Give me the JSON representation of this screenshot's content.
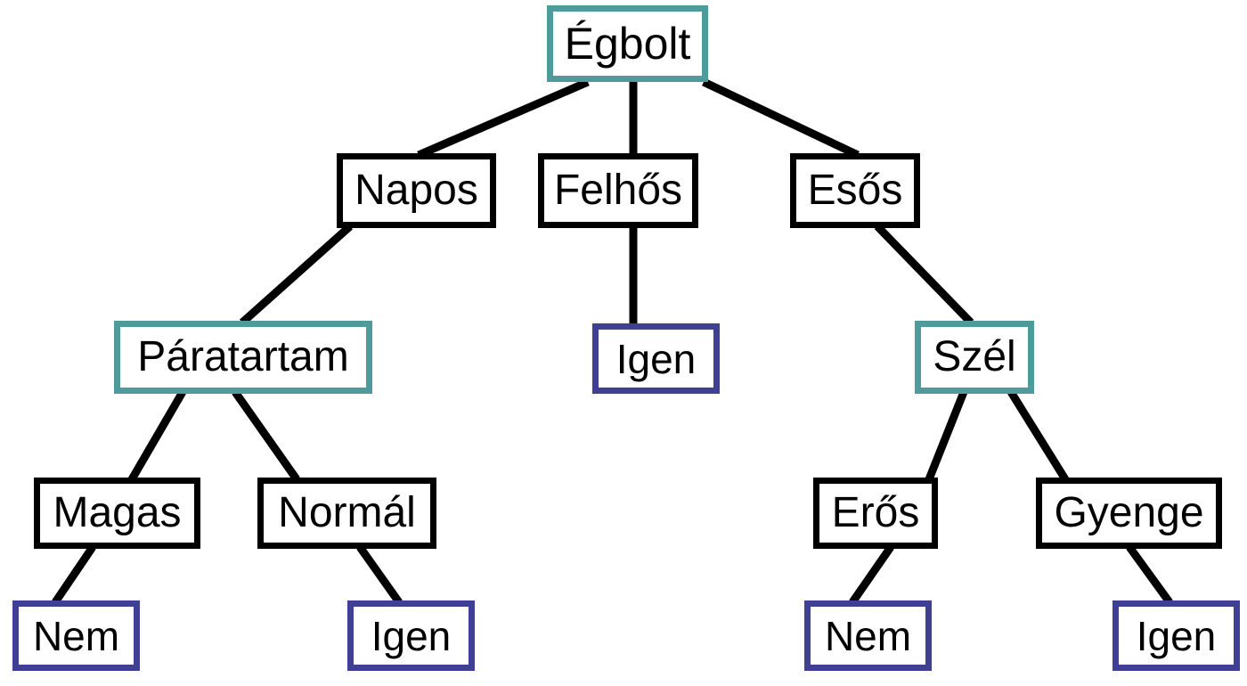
{
  "diagram": {
    "type": "decision-tree",
    "language": "hu",
    "title": "Egbolt decision tree",
    "colors": {
      "attribute_border": "#4f9a9a",
      "value_border": "#000000",
      "leaf_border": "#3f3f93",
      "edge": "#000000",
      "background": "#ffffff",
      "text": "#000000"
    },
    "nodes": {
      "root": {
        "label": "Égbolt",
        "kind": "attribute"
      },
      "napos": {
        "label": "Napos",
        "kind": "value"
      },
      "felhos": {
        "label": "Felhős",
        "kind": "value"
      },
      "esos": {
        "label": "Esős",
        "kind": "value"
      },
      "paratartam": {
        "label": "Páratartam",
        "kind": "attribute"
      },
      "felhos_igen": {
        "label": "Igen",
        "kind": "leaf"
      },
      "szel": {
        "label": "Szél",
        "kind": "attribute"
      },
      "magas": {
        "label": "Magas",
        "kind": "value"
      },
      "normal": {
        "label": "Normál",
        "kind": "value"
      },
      "eros": {
        "label": "Erős",
        "kind": "value"
      },
      "gyenge": {
        "label": "Gyenge",
        "kind": "value"
      },
      "magas_nem": {
        "label": "Nem",
        "kind": "leaf"
      },
      "normal_igen": {
        "label": "Igen",
        "kind": "leaf"
      },
      "eros_nem": {
        "label": "Nem",
        "kind": "leaf"
      },
      "gyenge_igen": {
        "label": "Igen",
        "kind": "leaf"
      }
    }
  }
}
